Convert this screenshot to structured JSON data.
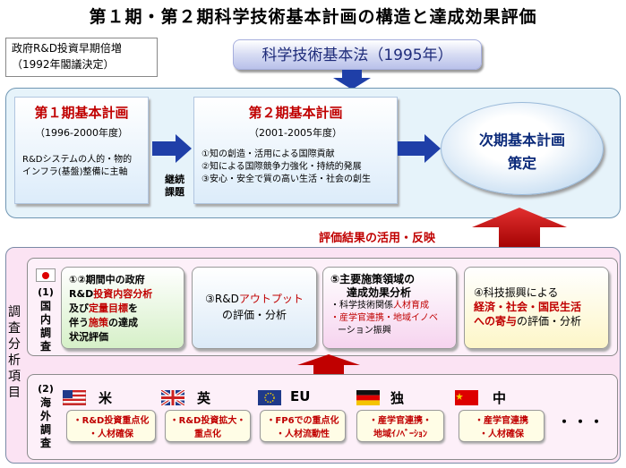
{
  "title": "第１期・第２期科学技術基本計画の構造と達成効果評価",
  "note": {
    "line1": "政府R&D投資早期倍増",
    "line2": "（1992年閣議決定）"
  },
  "law": "科学技術基本法（1995年）",
  "plan1": {
    "title": "第１期基本計画",
    "years": "（1996-2000年度）",
    "body": [
      "R&Dシステムの人的・物的",
      "インフラ(基盤)整備に主軸"
    ]
  },
  "plan2": {
    "title": "第２期基本計画",
    "years": "（2001-2005年度）",
    "body": [
      "①知の創造・活用による国際貢献",
      "②知による国際競争力強化・持続的発展",
      "③安心・安全で質の高い生活・社会の創生"
    ]
  },
  "next_plan": {
    "line1": "次期基本計画",
    "line2": "策定"
  },
  "keizoku": {
    "line1": "継続",
    "line2": "課題"
  },
  "eval_label": "評価結果の活用・反映",
  "side_label": "調査分析項目",
  "domestic": {
    "num": "(1)",
    "label": "国内調査"
  },
  "foreign": {
    "num": "(2)",
    "label": "海外調査"
  },
  "box1": {
    "l1": "①②期間中の政府",
    "l2a": "R&D",
    "l2b": "投資内容分析",
    "l3a": "及び",
    "l3b": "定量目標",
    "l3c": "を",
    "l4a": "伴う",
    "l4b": "施策",
    "l4c": "の達成",
    "l5": "状況評価"
  },
  "box2": {
    "l1a": "③R&D",
    "l1b": "アウトプット",
    "l2": "の評価・分析"
  },
  "box3": {
    "l1": "⑤主要施策領域の",
    "l2": "達成効果分析",
    "l3a": "・科学技術関係",
    "l3b": "人材育成",
    "l4": "・産学官連携・地域イノベ",
    "l5": "ーション振興"
  },
  "box4": {
    "l1": "④科技振興による",
    "l2": "経済・社会・国民生活",
    "l3a": "への寄与",
    "l3b": "の評価・分析"
  },
  "countries": [
    {
      "name": "米",
      "items": [
        "・R&D投資重点化",
        "・人材確保"
      ]
    },
    {
      "name": "英",
      "items": [
        "・R&D投資拡大・",
        "重点化"
      ]
    },
    {
      "name": "EU",
      "items": [
        "・FP6での重点化",
        "・人材流動性"
      ]
    },
    {
      "name": "独",
      "items": [
        "・産学官連携・",
        "地域ｲﾉﾍﾞｰｼｮﾝ"
      ]
    },
    {
      "name": "中",
      "items": [
        "・産学官連携",
        "・人材確保"
      ]
    }
  ],
  "more": "・・・",
  "colors": {
    "accent_red": "#c00000",
    "upper_bg": "#e6f3fa",
    "lower_bg": "#fbe3f3",
    "arrow_blue": "#1f3fa8"
  }
}
